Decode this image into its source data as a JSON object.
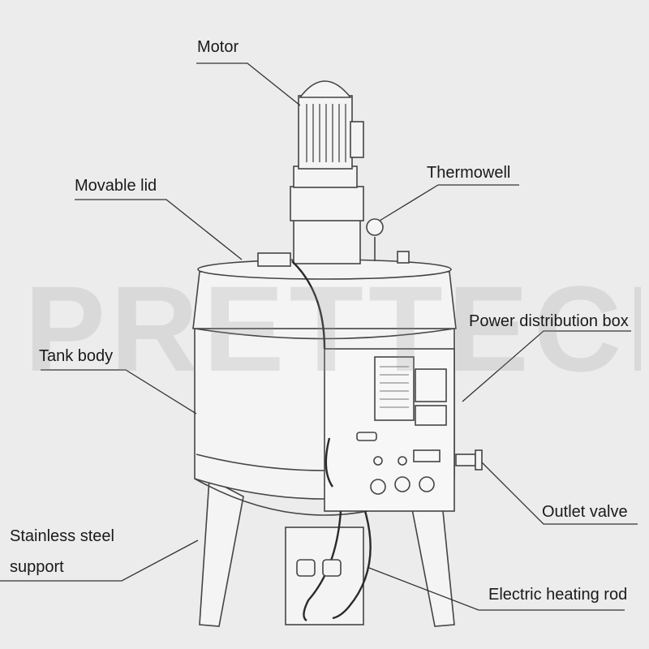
{
  "watermark": "PRETTECH",
  "labels": {
    "motor": "Motor",
    "thermowell": "Thermowell",
    "movable_lid": "Movable lid",
    "power_box": "Power distribution box",
    "tank_body": "Tank body",
    "outlet_valve": "Outlet valve",
    "support_line1": "Stainless steel",
    "support_line2": "support",
    "heating_rod": "Electric heating rod"
  },
  "colors": {
    "background": "#ececec",
    "line": "#333333",
    "text": "#1a1a1a"
  }
}
